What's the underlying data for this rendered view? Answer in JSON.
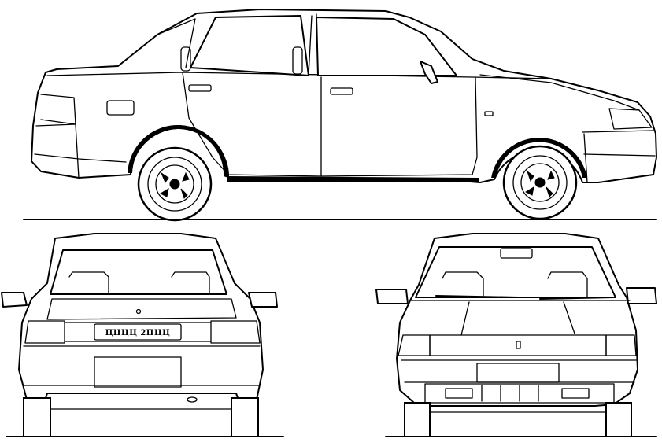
{
  "drawing": {
    "views": [
      "side",
      "rear",
      "front"
    ],
    "rear_badge_text": "ЦЦЦЦ 2ЦЦЦ"
  }
}
